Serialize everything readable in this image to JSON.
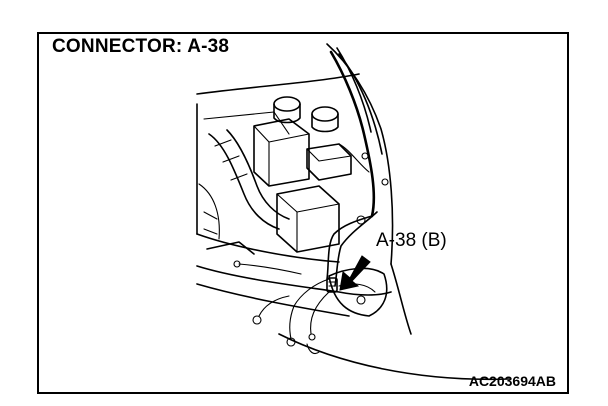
{
  "title": "CONNECTOR: A-38",
  "callout_label": "A-38 (B)",
  "figure_code": "AC203694AB",
  "colors": {
    "line": "#000000",
    "background": "#ffffff"
  },
  "icons": {
    "pointer": "arrow-icon"
  }
}
